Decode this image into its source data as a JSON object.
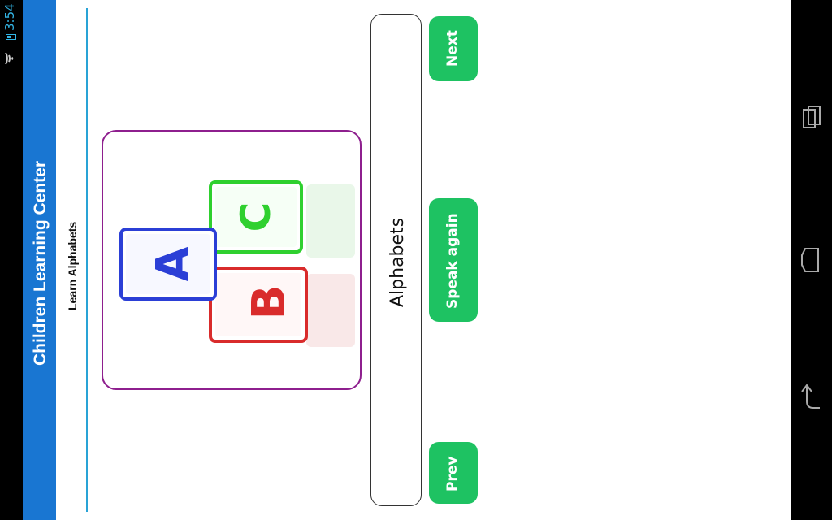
{
  "status_bar": {
    "time": "3:54",
    "icons": [
      "battery-charging-icon",
      "wifi-icon"
    ],
    "accent_color": "#33b5e5"
  },
  "app": {
    "title": "Children Learning Center",
    "action_bar_color": "#1976d2"
  },
  "screen": {
    "subtitle": "Learn Alphabets",
    "image": {
      "description_icon": "abc-blocks-image",
      "blocks": [
        {
          "letter": "A",
          "color": "#2b3fd6"
        },
        {
          "letter": "B",
          "color": "#d92b2b"
        },
        {
          "letter": "C",
          "color": "#2fd02f"
        }
      ]
    },
    "word": "Alphabets"
  },
  "buttons": {
    "next_label": "Next",
    "speak_label": "Speak again",
    "prev_label": "Prev",
    "color": "#1ec262"
  },
  "nav_bar": {
    "items": [
      "recents-icon",
      "home-icon",
      "back-icon"
    ]
  }
}
